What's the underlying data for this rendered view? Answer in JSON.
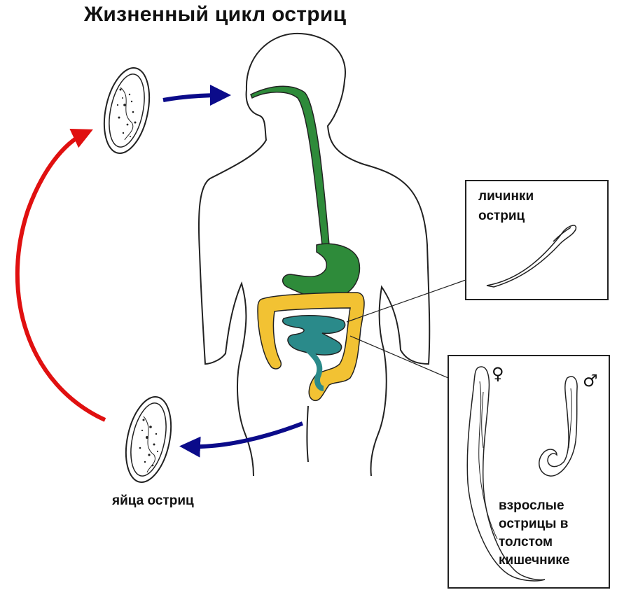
{
  "title": "Жизненный цикл остриц",
  "eggs_label": "яйца остриц",
  "larvae_label": [
    "личинки",
    "остриц"
  ],
  "adults_label": [
    "взрослые",
    "острицы в",
    "толстом",
    "кишечнике"
  ],
  "sex_symbols": {
    "female": "♀",
    "male": "♂"
  },
  "colors": {
    "arrow_blue": "#0b0b8a",
    "arrow_red": "#e01010",
    "esophagus_stomach": "#2e8b3a",
    "small_intestine": "#2a8a8a",
    "large_intestine": "#f2c233",
    "outline": "#222222"
  }
}
